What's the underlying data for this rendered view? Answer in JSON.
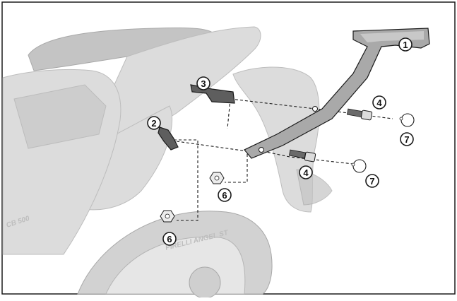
{
  "callouts": [
    {
      "id": "c1",
      "label": "1",
      "part": "rack-arm"
    },
    {
      "id": "c2",
      "label": "2",
      "part": "left-bracket"
    },
    {
      "id": "c3",
      "label": "3",
      "part": "upper-bracket"
    },
    {
      "id": "c4a",
      "label": "4",
      "part": "spacer-bolt-upper"
    },
    {
      "id": "c4b",
      "label": "4",
      "part": "spacer-bolt-lower"
    },
    {
      "id": "c6a",
      "label": "6",
      "part": "nut-middle"
    },
    {
      "id": "c6b",
      "label": "6",
      "part": "nut-lower"
    },
    {
      "id": "c7a",
      "label": "7",
      "part": "cap-upper"
    },
    {
      "id": "c7b",
      "label": "7",
      "part": "cap-lower"
    }
  ],
  "background_text": {
    "model_badge": "CB 500",
    "tire_brand": "PIRELLI ANGEL ST"
  },
  "colors": {
    "frame": "#1a1a1a",
    "part_fill": "#8e8e8e",
    "ghost_fill": "#dcdcdc"
  }
}
